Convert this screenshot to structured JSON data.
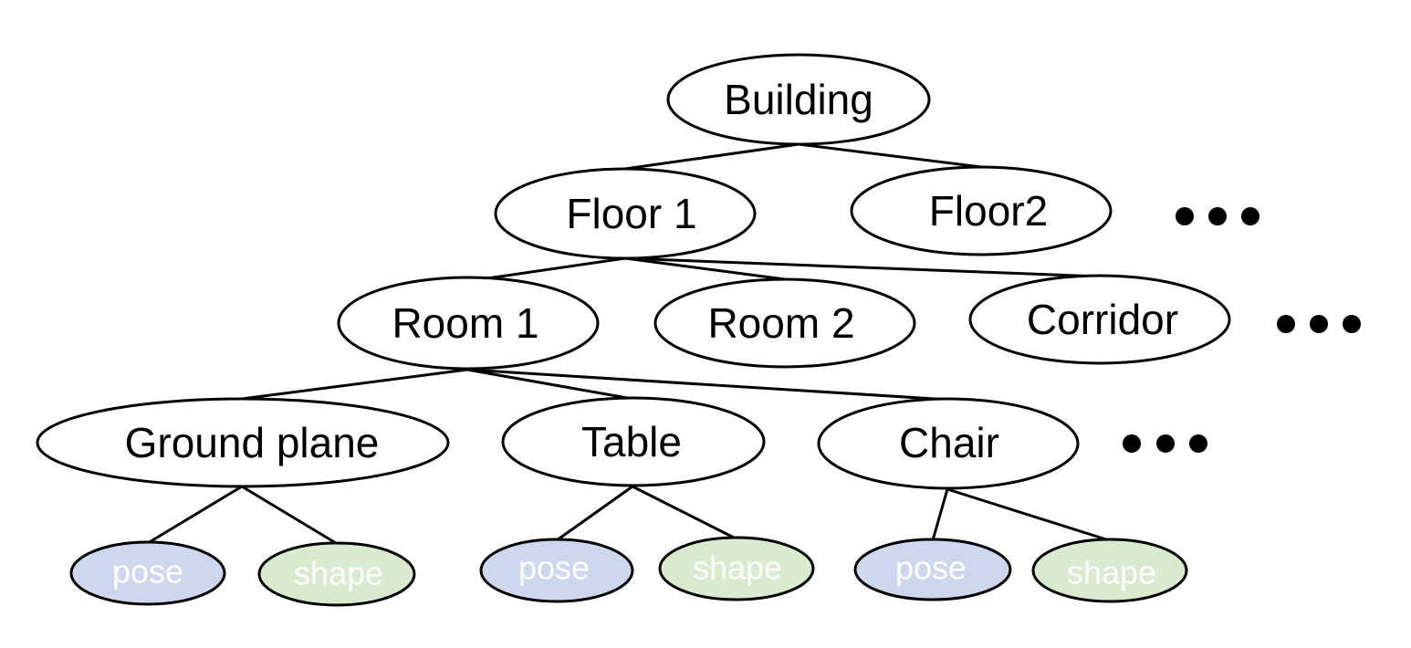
{
  "colors": {
    "node_fill": "#ffffff",
    "stroke": "#000000",
    "pose_fill": "#cdd7ee",
    "shape_fill": "#d8ebcf",
    "attr_text": "#ffffff"
  },
  "nodes": {
    "building": "Building",
    "floor_1": "Floor 1",
    "floor_2": "Floor2",
    "room_1": "Room 1",
    "room_2": "Room 2",
    "corridor": "Corridor",
    "ground_plane": "Ground plane",
    "table": "Table",
    "chair": "Chair"
  },
  "attributes": {
    "ground_plane": {
      "pose": "pose",
      "shape": "shape"
    },
    "table": {
      "pose": "pose",
      "shape": "shape"
    },
    "chair": {
      "pose": "pose",
      "shape": "shape"
    }
  },
  "edges": [
    [
      "building",
      "floor_1"
    ],
    [
      "building",
      "floor_2"
    ],
    [
      "floor_1",
      "room_1"
    ],
    [
      "floor_1",
      "room_2"
    ],
    [
      "floor_1",
      "corridor"
    ],
    [
      "room_1",
      "ground_plane"
    ],
    [
      "room_1",
      "table"
    ],
    [
      "room_1",
      "chair"
    ],
    [
      "ground_plane",
      "ground_plane_pose"
    ],
    [
      "ground_plane",
      "ground_plane_shape"
    ],
    [
      "table",
      "table_pose"
    ],
    [
      "table",
      "table_shape"
    ],
    [
      "chair",
      "chair_pose"
    ],
    [
      "chair",
      "chair_shape"
    ]
  ]
}
